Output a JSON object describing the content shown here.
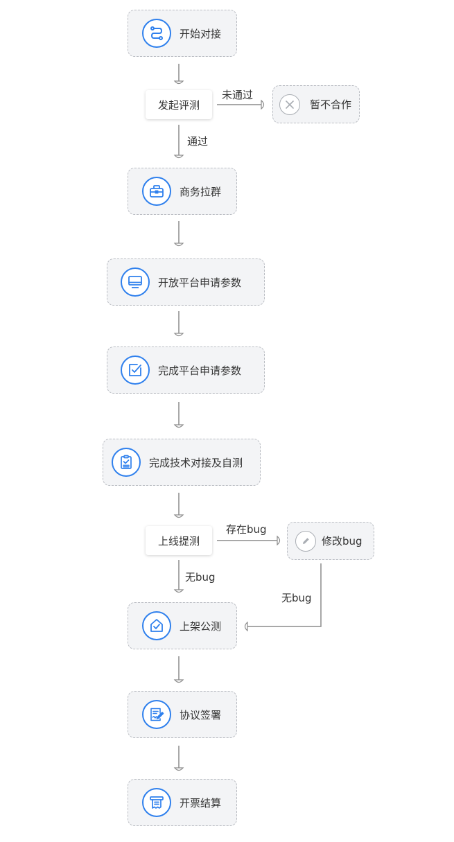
{
  "nodes": {
    "start_docking": "开始对接",
    "initiate_review": "发起评测",
    "no_cooperation": "暂不合作",
    "business_group": "商务拉群",
    "open_platform_apply": "开放平台申请参数",
    "complete_platform_apply": "完成平台申请参数",
    "complete_tech_docking": "完成技术对接及自测",
    "launch_test": "上线提测",
    "fix_bug": "修改bug",
    "public_beta": "上架公测",
    "agreement_sign": "协议签署",
    "invoice_settlement": "开票结算"
  },
  "edges": {
    "not_passed": "未通过",
    "passed": "通过",
    "has_bug": "存在bug",
    "no_bug_down": "无bug",
    "no_bug_side": "无bug"
  },
  "colors": {
    "accent": "#2f80ed",
    "node_bg": "#f3f4f6",
    "node_border": "#b9bcc2",
    "edge": "#8c8c8c"
  },
  "icons": {
    "start_docking": "route-icon",
    "no_cooperation": "close-circle-icon",
    "business_group": "briefcase-icon",
    "open_platform_apply": "monitor-icon",
    "complete_platform_apply": "edit-check-icon",
    "complete_tech_docking": "clipboard-check-icon",
    "fix_bug": "pencil-icon",
    "public_beta": "house-check-icon",
    "agreement_sign": "document-sign-icon",
    "invoice_settlement": "receipt-icon"
  }
}
